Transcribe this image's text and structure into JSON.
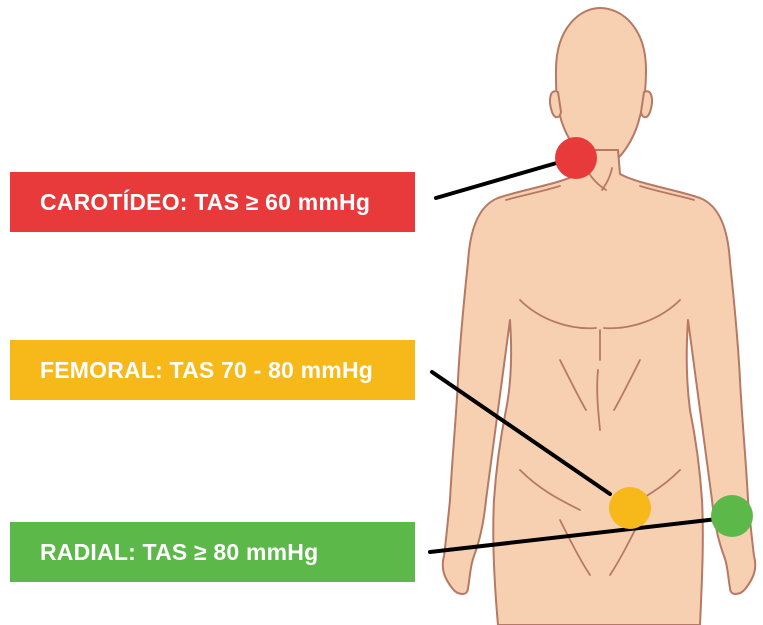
{
  "pulses": [
    {
      "id": "carotid",
      "text": "CAROTÍDEO: TAS ≥ 60 mmHg",
      "color": "#e83a3a"
    },
    {
      "id": "femoral",
      "text": "FEMORAL: TAS 70 - 80 mmHg",
      "color": "#f7b819"
    },
    {
      "id": "radial",
      "text": "RADIAL: TAS ≥ 80 mmHg",
      "color": "#5db84a"
    }
  ],
  "colors": {
    "skin": "#f6d0b1",
    "outline": "#b57966",
    "connector": "#000000"
  }
}
